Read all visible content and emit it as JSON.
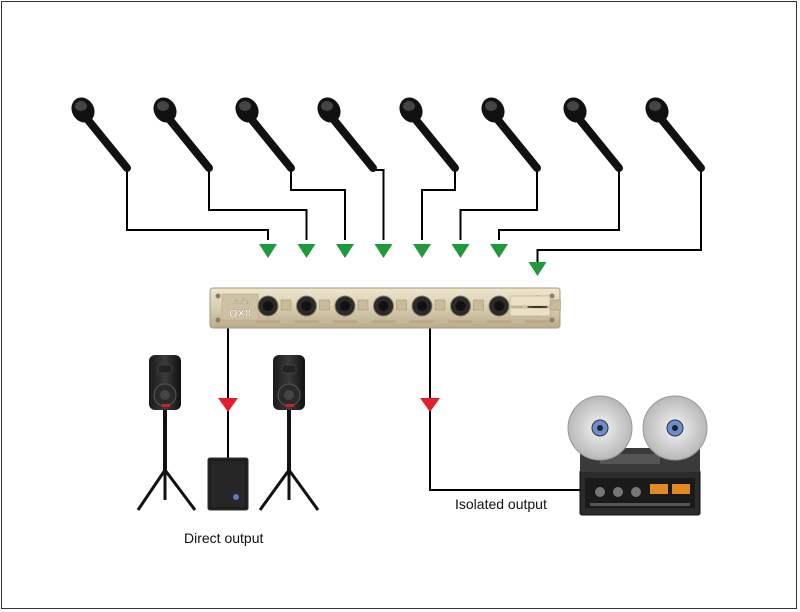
{
  "labels": {
    "direct_output": "Direct output",
    "isolated_output": "Isolated output"
  },
  "device": {
    "brand": "Radial",
    "model": "OX8"
  },
  "colors": {
    "input_arrow": "#1f9a3a",
    "output_arrow": "#e0202a",
    "cable": "#000000",
    "rack_panel": "#d9cdb0"
  },
  "icons": {
    "microphone": "microphone-icon",
    "splitter": "rack-splitter-icon",
    "speaker": "pa-speaker-icon",
    "subwoofer": "subwoofer-icon",
    "recorder": "reel-to-reel-recorder-icon"
  },
  "counts": {
    "microphones": 8,
    "channels": 8
  }
}
